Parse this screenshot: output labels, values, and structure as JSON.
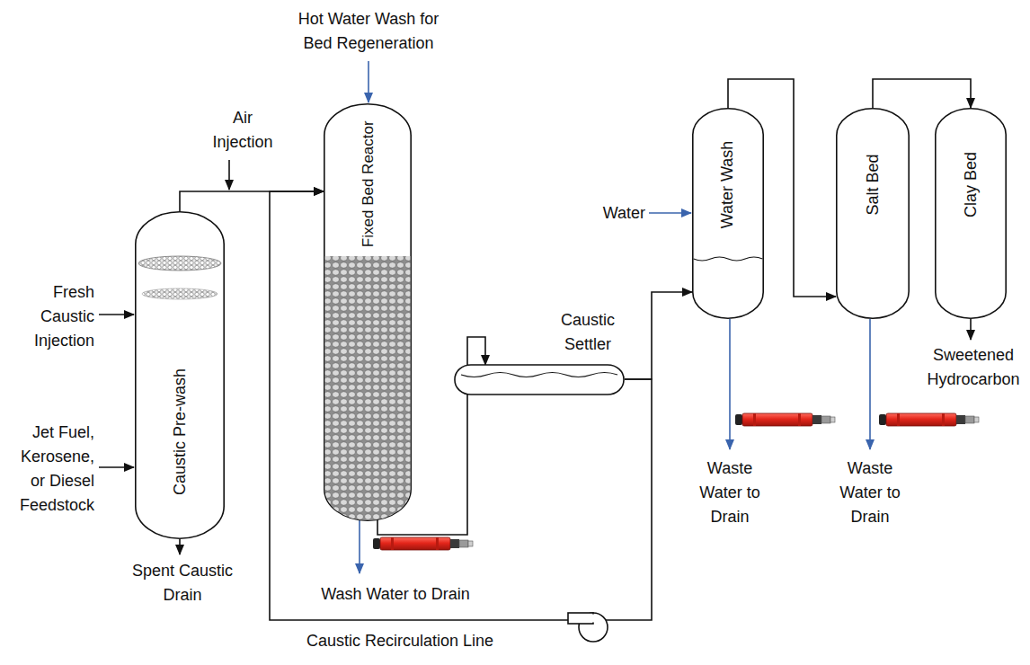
{
  "diagram": {
    "nodes": [
      {
        "text": [
          "Caustic Pre-wash"
        ]
      },
      {
        "text": [
          "Fixed Bed Reactor"
        ]
      },
      {
        "text": [
          "Caustic Settler"
        ]
      },
      {
        "text": [
          "Water Wash"
        ]
      },
      {
        "text": [
          "Salt Bed"
        ]
      },
      {
        "text": [
          "Clay Bed"
        ]
      }
    ],
    "edges": [
      {
        "from": 0,
        "to": 1,
        "arrow": "to"
      },
      {
        "from": 1,
        "to": 2,
        "arrow": "to"
      },
      {
        "from": 2,
        "to": 3,
        "arrow": "to"
      },
      {
        "from": 3,
        "to": 4,
        "arrow": "to"
      },
      {
        "from": 4,
        "to": 5,
        "arrow": "to"
      },
      {
        "from": 2,
        "to": 1,
        "label": "Caustic Recirculation Line",
        "arrow": "to"
      }
    ],
    "labels": [
      "Hot Water Wash for Bed Regeneration",
      "Air Injection",
      "Fresh Caustic Injection",
      "Jet Fuel, Kerosene, or Diesel Feedstock",
      "Spent Caustic Drain",
      "Wash Water to Drain",
      "Water",
      "Waste Water to Drain",
      "Waste Water to Drain",
      "Sweetened Hydrocarbon"
    ]
  }
}
